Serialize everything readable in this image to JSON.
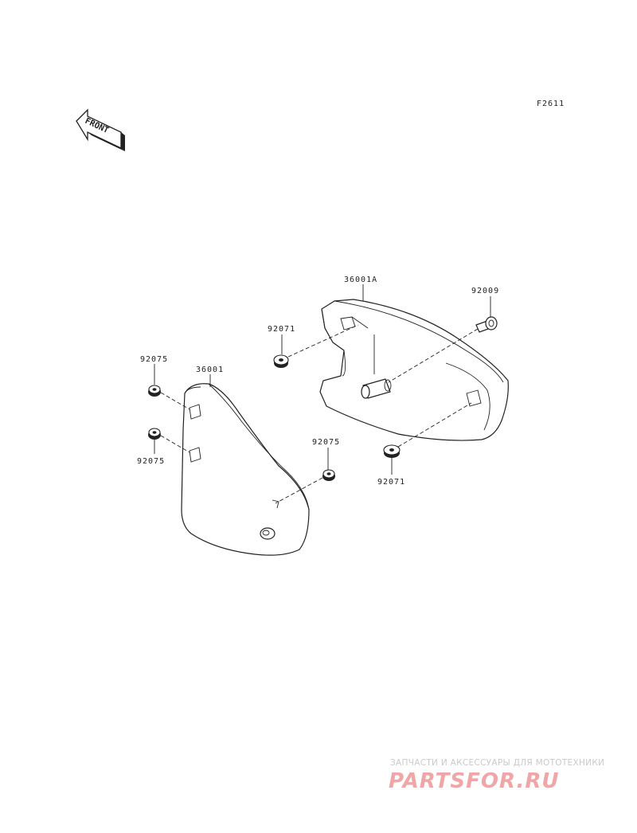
{
  "figure_code": "F2611",
  "front_arrow": "FRONT",
  "parts": {
    "cover_right": "36001A",
    "cover_left": "36001",
    "bolt": "92009",
    "grommet_upper": "92071",
    "grommet_lower": "92071",
    "damper_left_top": "92075",
    "damper_left_bottom": "92075",
    "damper_center": "92075"
  },
  "watermark": {
    "tagline": "ЗАПЧАСТИ И АКСЕССУАРЫ ДЛЯ МОТОТЕХНИКИ",
    "logo": "PARTSFOR.RU"
  }
}
